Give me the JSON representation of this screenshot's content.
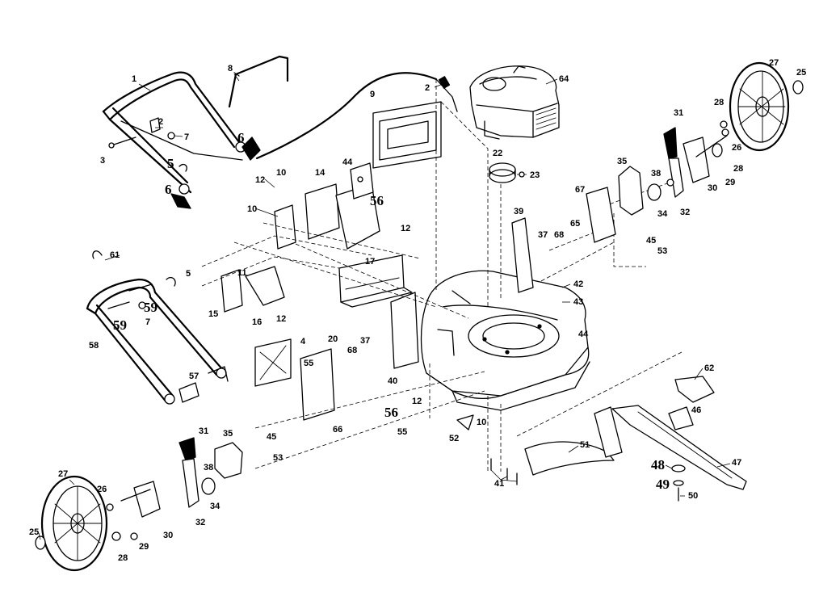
{
  "callouts": [
    {
      "label": "1"
    },
    {
      "label": "2"
    },
    {
      "label": "7"
    },
    {
      "label": "3"
    },
    {
      "label": "5"
    },
    {
      "label": "6"
    },
    {
      "label": "6"
    },
    {
      "label": "8"
    },
    {
      "label": "2"
    },
    {
      "label": "9"
    },
    {
      "label": "64"
    },
    {
      "label": "27"
    },
    {
      "label": "25"
    },
    {
      "label": "28"
    },
    {
      "label": "31"
    },
    {
      "label": "26"
    },
    {
      "label": "29"
    },
    {
      "label": "30"
    },
    {
      "label": "28"
    },
    {
      "label": "35"
    },
    {
      "label": "38"
    },
    {
      "label": "34"
    },
    {
      "label": "32"
    },
    {
      "label": "22"
    },
    {
      "label": "23"
    },
    {
      "label": "12"
    },
    {
      "label": "10"
    },
    {
      "label": "14"
    },
    {
      "label": "44"
    },
    {
      "label": "56"
    },
    {
      "label": "10"
    },
    {
      "label": "12"
    },
    {
      "label": "67"
    },
    {
      "label": "39"
    },
    {
      "label": "37"
    },
    {
      "label": "68"
    },
    {
      "label": "65"
    },
    {
      "label": "45"
    },
    {
      "label": "53"
    },
    {
      "label": "61"
    },
    {
      "label": "5"
    },
    {
      "label": "11"
    },
    {
      "label": "17"
    },
    {
      "label": "59"
    },
    {
      "label": "59"
    },
    {
      "label": "7"
    },
    {
      "label": "15"
    },
    {
      "label": "16"
    },
    {
      "label": "12"
    },
    {
      "label": "42"
    },
    {
      "label": "43"
    },
    {
      "label": "58"
    },
    {
      "label": "4"
    },
    {
      "label": "20"
    },
    {
      "label": "37"
    },
    {
      "label": "68"
    },
    {
      "label": "55"
    },
    {
      "label": "44"
    },
    {
      "label": "40"
    },
    {
      "label": "12"
    },
    {
      "label": "56"
    },
    {
      "label": "62"
    },
    {
      "label": "57"
    },
    {
      "label": "46"
    },
    {
      "label": "66"
    },
    {
      "label": "55"
    },
    {
      "label": "10"
    },
    {
      "label": "52"
    },
    {
      "label": "45"
    },
    {
      "label": "53"
    },
    {
      "label": "31"
    },
    {
      "label": "35"
    },
    {
      "label": "38"
    },
    {
      "label": "27"
    },
    {
      "label": "26"
    },
    {
      "label": "34"
    },
    {
      "label": "32"
    },
    {
      "label": "51"
    },
    {
      "label": "47"
    },
    {
      "label": "48"
    },
    {
      "label": "49"
    },
    {
      "label": "50"
    },
    {
      "label": "41"
    },
    {
      "label": "25"
    },
    {
      "label": "29"
    },
    {
      "label": "30"
    },
    {
      "label": "28"
    }
  ]
}
